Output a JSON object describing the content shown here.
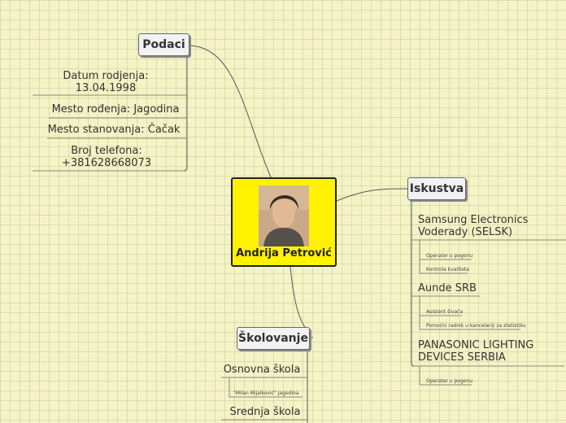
{
  "central": {
    "name": "Andrija Petrović"
  },
  "podaci": {
    "title": "Podaci",
    "items": [
      {
        "line1": "Datum rodjenja:",
        "line2": "13.04.1998"
      },
      {
        "line1": "Mesto rođenja: Jagodina"
      },
      {
        "line1": "Mesto stanovanja: Čačak"
      },
      {
        "line1": "Broj telefona:",
        "line2": "+381628668073"
      }
    ]
  },
  "iskustvo": {
    "title": "Iskustva",
    "companies": [
      {
        "line1": "Samsung Electronics",
        "line2": "Voderady (SELSK)",
        "roles": [
          "Operater u pogonu",
          "Kontrola kvaliteta"
        ]
      },
      {
        "line1": "Aunde SRB",
        "roles": [
          "Asistent šivača",
          "Pomoćni radnik u kancelariji za statistiku"
        ]
      },
      {
        "line1": "PANASONIC LIGHTING",
        "line2": "DEVICES SERBIA",
        "roles": [
          "Operater u pogonu"
        ]
      }
    ]
  },
  "skolovanje": {
    "title": "Školovanje",
    "items": [
      {
        "label": "Osnovna škola",
        "sub": "\"Milan Mijalković\" Jagodina"
      },
      {
        "label": "Srednja škola"
      }
    ]
  }
}
